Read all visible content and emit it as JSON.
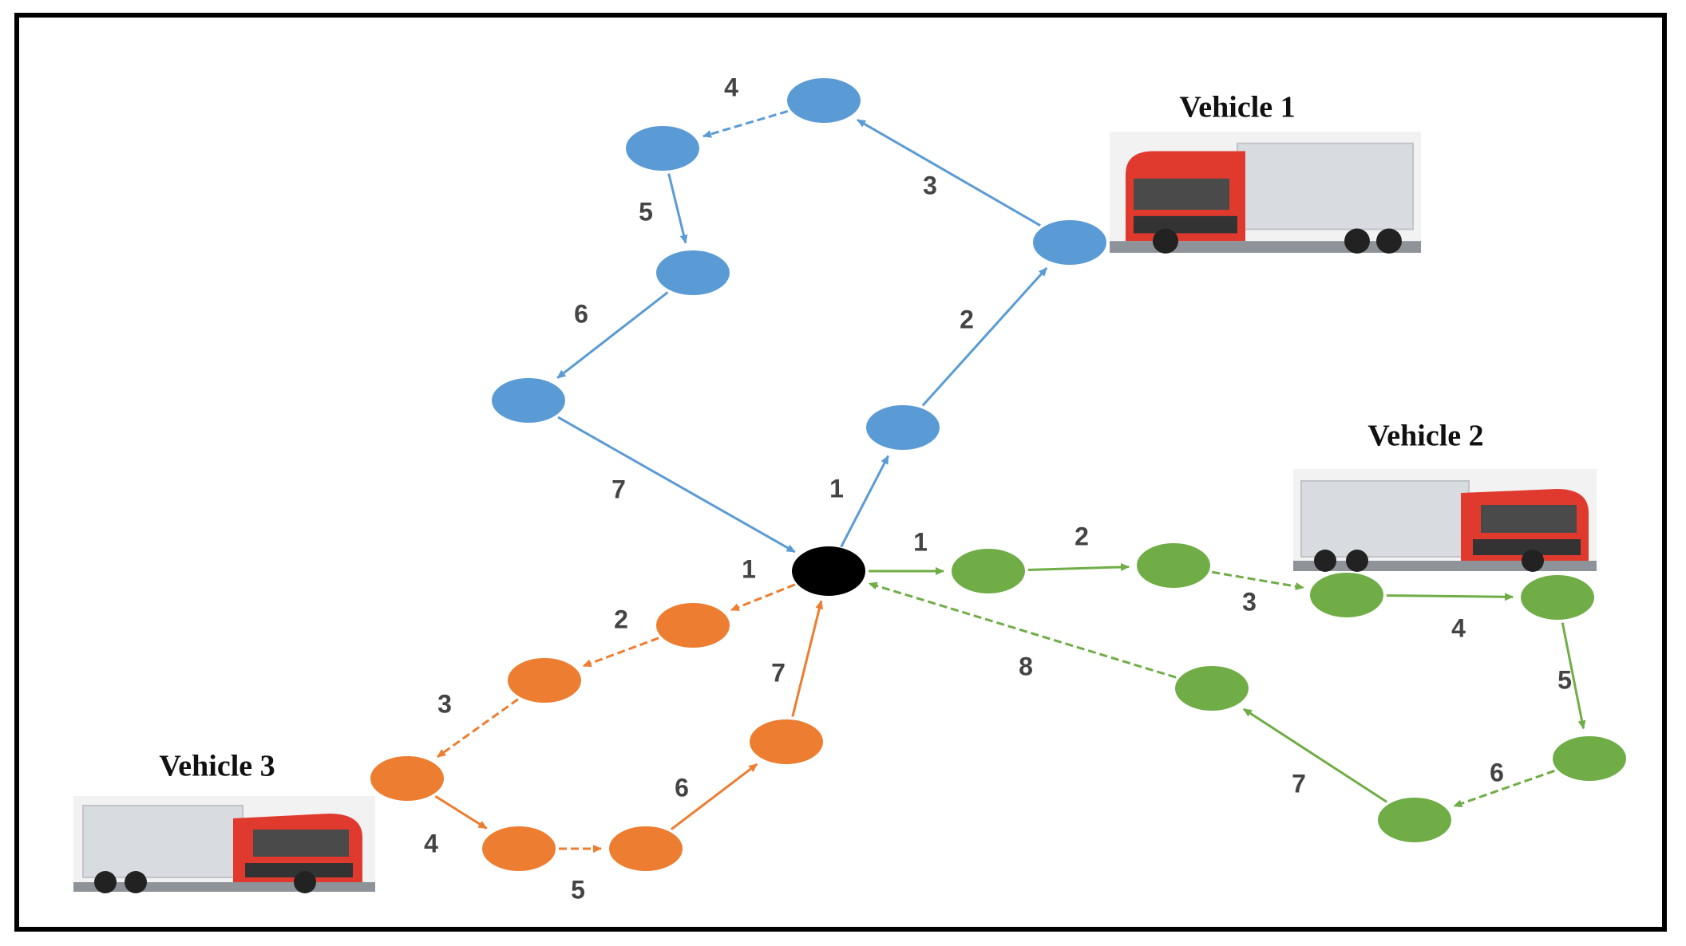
{
  "colors": {
    "route_1": "#5b9bd5",
    "route_2": "#70ad47",
    "route_3": "#ed7d31",
    "depot": "#000000",
    "truck_cab": "#e03a2f",
    "truck_trailer": "#d8dbe0"
  },
  "depot": {
    "name": "depot-node"
  },
  "vehicles": [
    {
      "label": "Vehicle 1",
      "color_key": "route_1",
      "icon": "truck-icon",
      "edge_labels": [
        "1",
        "2",
        "3",
        "4",
        "5",
        "6",
        "7"
      ]
    },
    {
      "label": "Vehicle 2",
      "color_key": "route_2",
      "icon": "truck-icon",
      "edge_labels": [
        "1",
        "2",
        "3",
        "4",
        "5",
        "6",
        "7",
        "8"
      ]
    },
    {
      "label": "Vehicle 3",
      "color_key": "route_3",
      "icon": "truck-icon",
      "edge_labels": [
        "1",
        "2",
        "3",
        "4",
        "5",
        "6",
        "7"
      ]
    }
  ]
}
